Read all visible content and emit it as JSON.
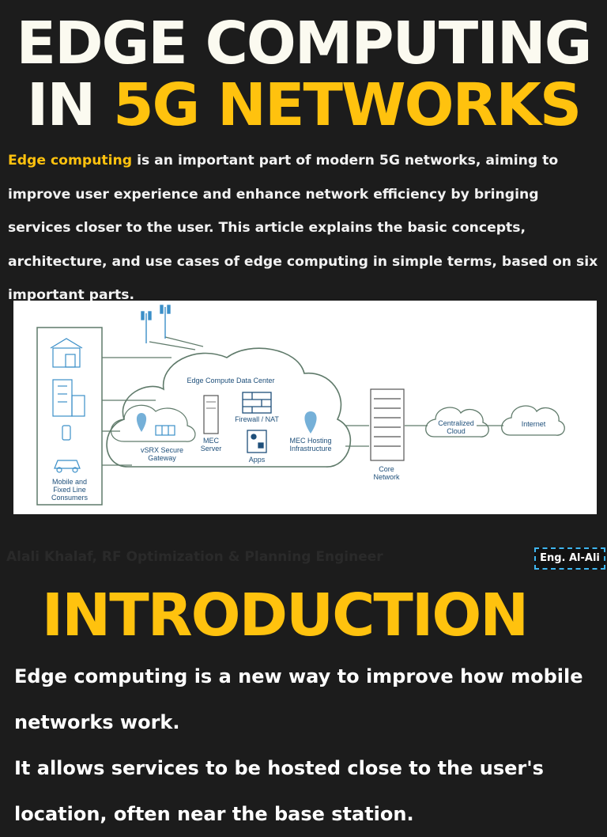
{
  "header": {
    "title_line1": "Edge Computing",
    "title_line2_white": "in",
    "title_line2_yellow": "5G Networks"
  },
  "intro": {
    "highlight": "Edge computing",
    "text": " is an important part of modern 5G networks, aiming to improve user experience and enhance network efficiency by bringing services closer to the user. This article explains the basic concepts, architecture, and use cases of edge computing in simple terms, based on six important parts."
  },
  "diagram": {
    "data_center_label": "Edge Compute Data Center",
    "firewall_label": "Firewall / NAT",
    "vsrx_label_1": "vSRX Secure",
    "vsrx_label_2": "Gateway",
    "mec_server_label_1": "MEC",
    "mec_server_label_2": "Server",
    "apps_label": "Apps",
    "mec_hosting_label_1": "MEC Hosting",
    "mec_hosting_label_2": "Infrastructure",
    "core_network_label_1": "Core",
    "core_network_label_2": "Network",
    "centralized_cloud_label_1": "Centralized",
    "centralized_cloud_label_2": "Cloud",
    "internet_label": "Internet",
    "consumers_label_1": "Mobile and",
    "consumers_label_2": "Fixed Line",
    "consumers_label_3": "Consumers"
  },
  "credit": "Alali Khalaf, RF Optimization & Planning Engineer",
  "badge": "Eng. Al-Ali",
  "section": {
    "title": "Introduction",
    "paragraph1": "Edge computing is a new way to improve how mobile networks work.",
    "paragraph2": "It allows services to be hosted close to the user's location, often near the base station."
  },
  "colors": {
    "background": "#1c1c1c",
    "accent": "#ffc20e",
    "diagram_line": "#5f7a6a",
    "icon_blue": "#3b8fc8"
  }
}
